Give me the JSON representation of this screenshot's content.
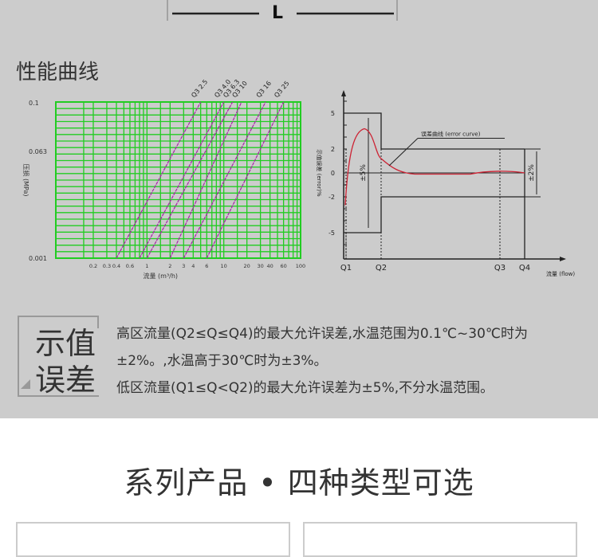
{
  "dimension_label": "L",
  "section_title": "性能曲线",
  "pressure_chart": {
    "type": "line",
    "ylabel": "压损 (MPa)",
    "xlabel": "流量 (m³/h)",
    "y_ticks": [
      "0.1",
      "0.063",
      "0.001"
    ],
    "x_ticks": [
      "0.2",
      "0.3",
      "0.4",
      "0.6",
      "1",
      "2",
      "3",
      "4",
      "6",
      "10",
      "20",
      "30",
      "40",
      "60",
      "100"
    ],
    "x_scale": "log",
    "grid": true,
    "grid_color": "#22cc22",
    "line_color": "#aa22aa",
    "series": [
      {
        "name": "Q3 2.5",
        "x": [
          0.4,
          5
        ]
      },
      {
        "name": "Q3 4.0",
        "x": [
          0.8,
          10
        ]
      },
      {
        "name": "Q3 6.3",
        "x": [
          1,
          13
        ]
      },
      {
        "name": "Q3 10",
        "x": [
          2,
          17
        ]
      },
      {
        "name": "Q3 16",
        "x": [
          3,
          35
        ]
      },
      {
        "name": "Q3 25",
        "x": [
          6,
          60
        ]
      }
    ]
  },
  "chart_data": {
    "type": "line",
    "ylabel": "示值误差 (error)%",
    "xlabel": "流量 (flow)",
    "y_ticks": [
      "5",
      "2",
      "0",
      "-2",
      "-5"
    ],
    "ylim": [
      -7,
      7
    ],
    "x_ticks": [
      "Q1",
      "Q2",
      "Q3",
      "Q4"
    ],
    "annotation": "误差曲线 (error curve)",
    "band_low": "±5%",
    "band_high": "±2%",
    "curve_color": "#cc2233"
  },
  "error_box": {
    "heading": "示值误差",
    "lines": [
      "高区流量(Q2≤Q≤Q4)的最大允许误差,水温范围为0.1℃~30℃时为",
      "±2%。,水温高于30℃时为±3%。",
      "低区流量(Q1≤Q<Q2)的最大允许误差为±5%,不分水温范围。"
    ]
  },
  "series_title": "系列产品 • 四种类型可选"
}
